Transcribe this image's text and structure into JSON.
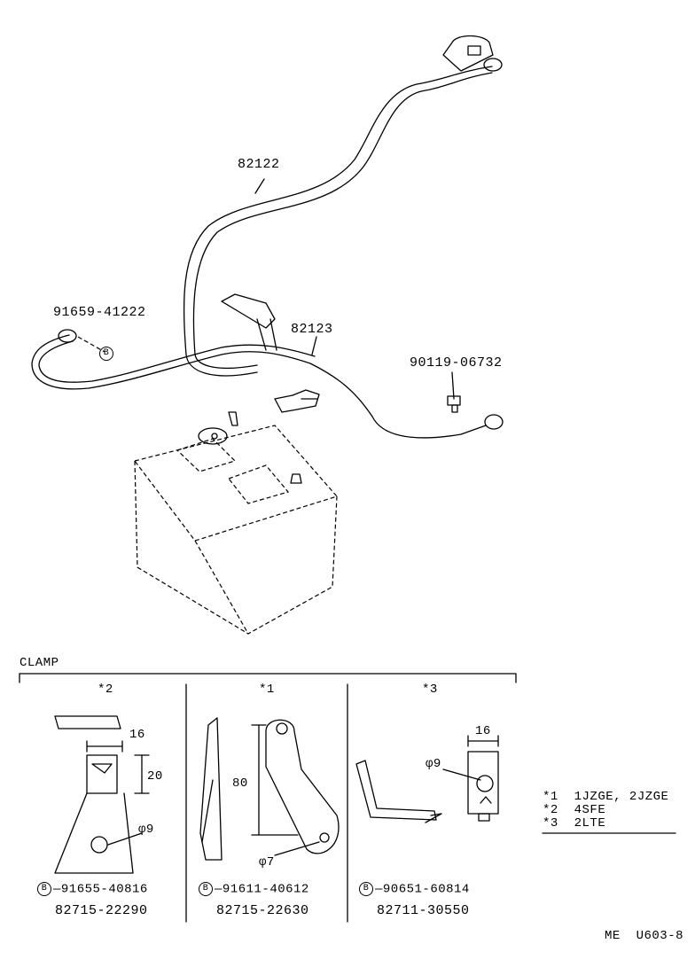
{
  "parts": {
    "cable_positive": "82122",
    "cable_negative": "82123",
    "bolt_left": "91659-41222",
    "bolt_right": "90119-06732",
    "badge": "B"
  },
  "clamp": {
    "title": "CLAMP",
    "columns": [
      {
        "mark": "*2",
        "dims": [
          "16",
          "20"
        ],
        "hole": "φ9",
        "bolt": "91655-40816",
        "part": "82715-22290"
      },
      {
        "mark": "*1",
        "dims": [
          "80"
        ],
        "hole": "φ7",
        "bolt": "91611-40612",
        "part": "82715-22630"
      },
      {
        "mark": "*3",
        "dims": [
          "16"
        ],
        "hole": "φ9",
        "bolt": "90651-60814",
        "part": "82711-30550"
      }
    ]
  },
  "legend": [
    {
      "mark": "*1",
      "text": "1JZGE, 2JZGE"
    },
    {
      "mark": "*2",
      "text": "4SFE"
    },
    {
      "mark": "*3",
      "text": "2LTE"
    }
  ],
  "footer": "ME  U603-8"
}
